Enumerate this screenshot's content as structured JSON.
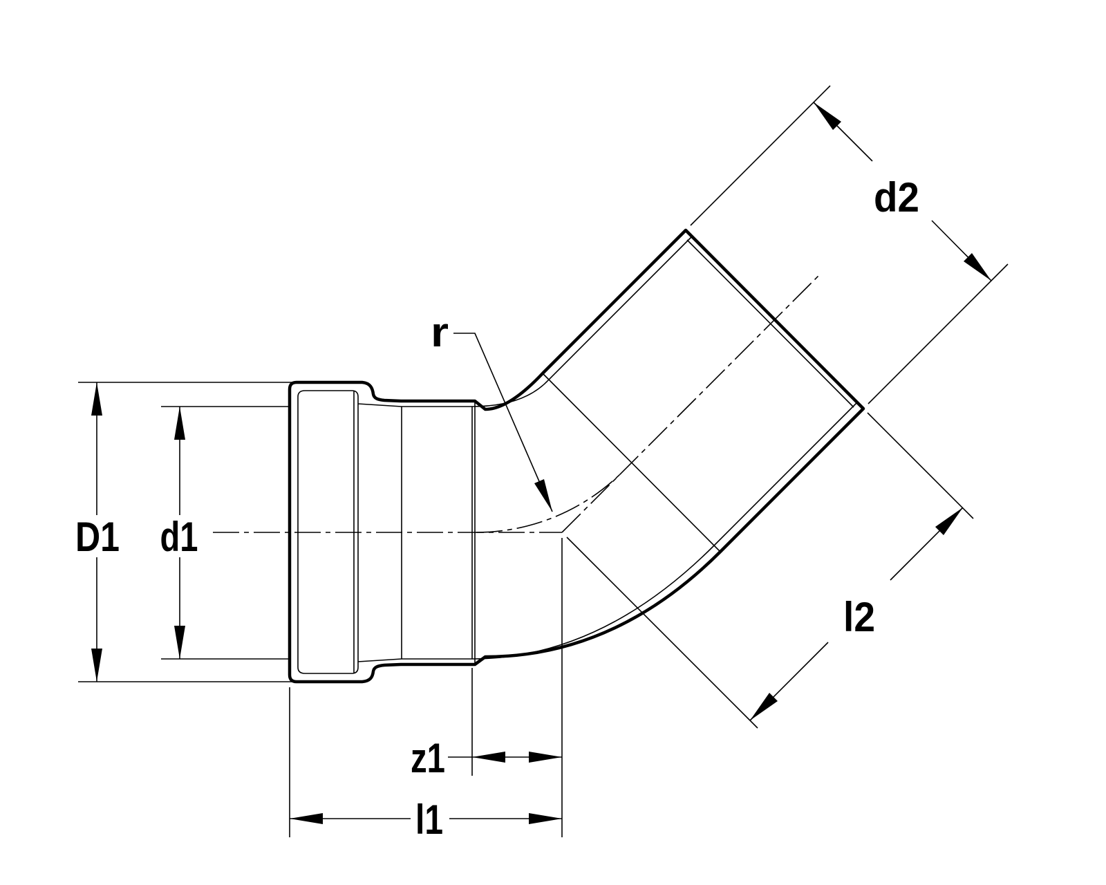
{
  "diagram": {
    "background_color": "#ffffff",
    "line_color": "#000000",
    "labels": {
      "D1": "D1",
      "d1": "d1",
      "d2": "d2",
      "l2": "l2",
      "z1": "z1",
      "l1": "l1",
      "r": "r"
    }
  }
}
